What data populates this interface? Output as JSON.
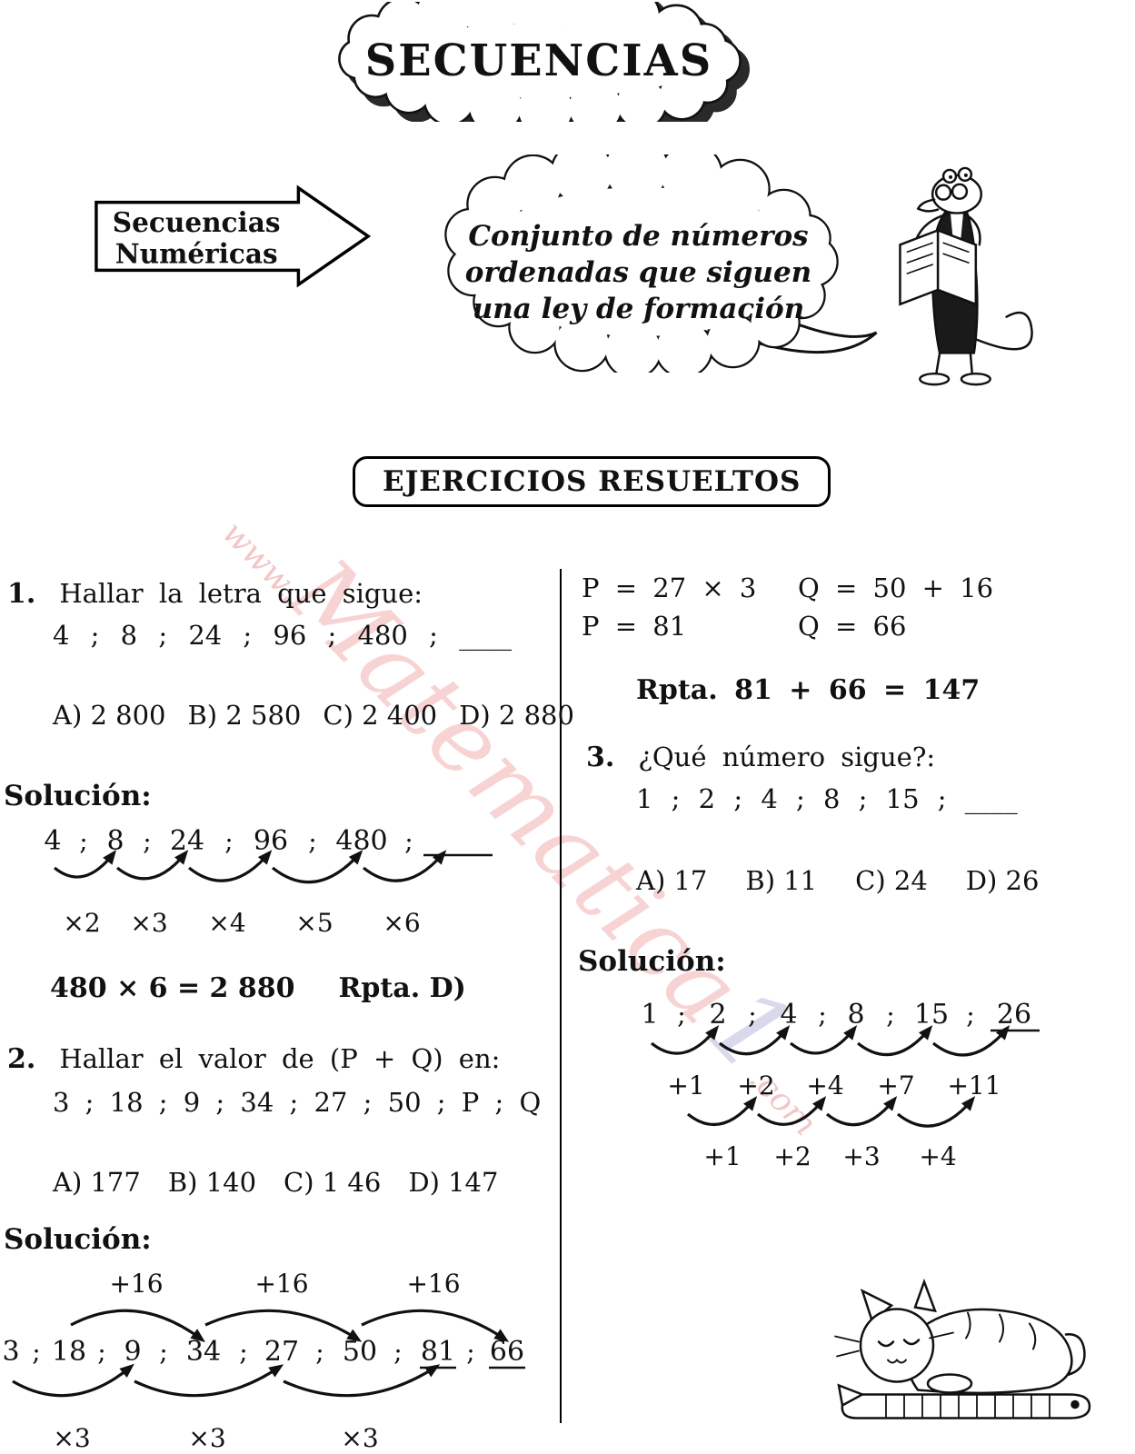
{
  "page": {
    "title": "SECUENCIAS",
    "banner": "EJERCICIOS  RESUELTOS"
  },
  "symbols": {
    "semi": ";"
  },
  "intro": {
    "box_line1": "Secuencias",
    "box_line2": "Numéricas",
    "bubble_line1": "Conjunto de números",
    "bubble_line2": "ordenadas que siguen",
    "bubble_line3": "una ley de formación"
  },
  "watermark": {
    "prefix": "www.",
    "word": "Matematica",
    "one": "1",
    "suffix": ".com"
  },
  "left": {
    "ex1": {
      "number": "1.",
      "prompt": "Hallar la letra que sigue:",
      "sequence": "4 ; 8 ; 24 ; 96 ; 480 ; ____",
      "options": [
        "A) 2 800",
        "B) 2 580",
        "C) 2 400",
        "D) 2 880"
      ],
      "solution_label": "Solución:",
      "sol": {
        "terms": [
          "4",
          "8",
          "24",
          "96",
          "480"
        ],
        "multipliers": [
          "×2",
          "×3",
          "×4",
          "×5",
          "×6"
        ]
      },
      "answer": "480 × 6 = 2 880",
      "answer_rpta": "Rpta. D)"
    },
    "ex2": {
      "number": "2.",
      "prompt": "Hallar el valor de (P + Q) en:",
      "sequence": "3 ; 18 ; 9 ; 34 ; 27 ; 50 ; P ; Q",
      "options": [
        "A) 177",
        "B) 140",
        "C) 1 46",
        "D) 147"
      ],
      "solution_label": "Solución:",
      "sol": {
        "top_labels": [
          "+16",
          "+16",
          "+16"
        ],
        "terms": [
          "3",
          "18",
          "9",
          "34",
          "27",
          "50",
          "81",
          "66"
        ],
        "bottom_labels": [
          "×3",
          "×3",
          "×3"
        ]
      }
    }
  },
  "right": {
    "pq": {
      "p1": "P = 27 × 3",
      "q1": "Q = 50 + 16",
      "p2": "P = 81",
      "q2": "Q = 66",
      "rpta": "Rpta. 81 + 66 = 147"
    },
    "ex3": {
      "number": "3.",
      "prompt": "¿Qué número sigue?:",
      "sequence": "1 ; 2 ; 4 ; 8 ; 15 ; ____",
      "options": [
        "A) 17",
        "B) 11",
        "C) 24",
        "D) 26"
      ],
      "solution_label": "Solución:",
      "sol": {
        "terms": [
          "1",
          "2",
          "4",
          "8",
          "15",
          "26"
        ],
        "row1_labels": [
          "+1",
          "+2",
          "+4",
          "+7",
          "+11"
        ],
        "row2_labels": [
          "+1",
          "+2",
          "+3",
          "+4"
        ]
      }
    }
  }
}
